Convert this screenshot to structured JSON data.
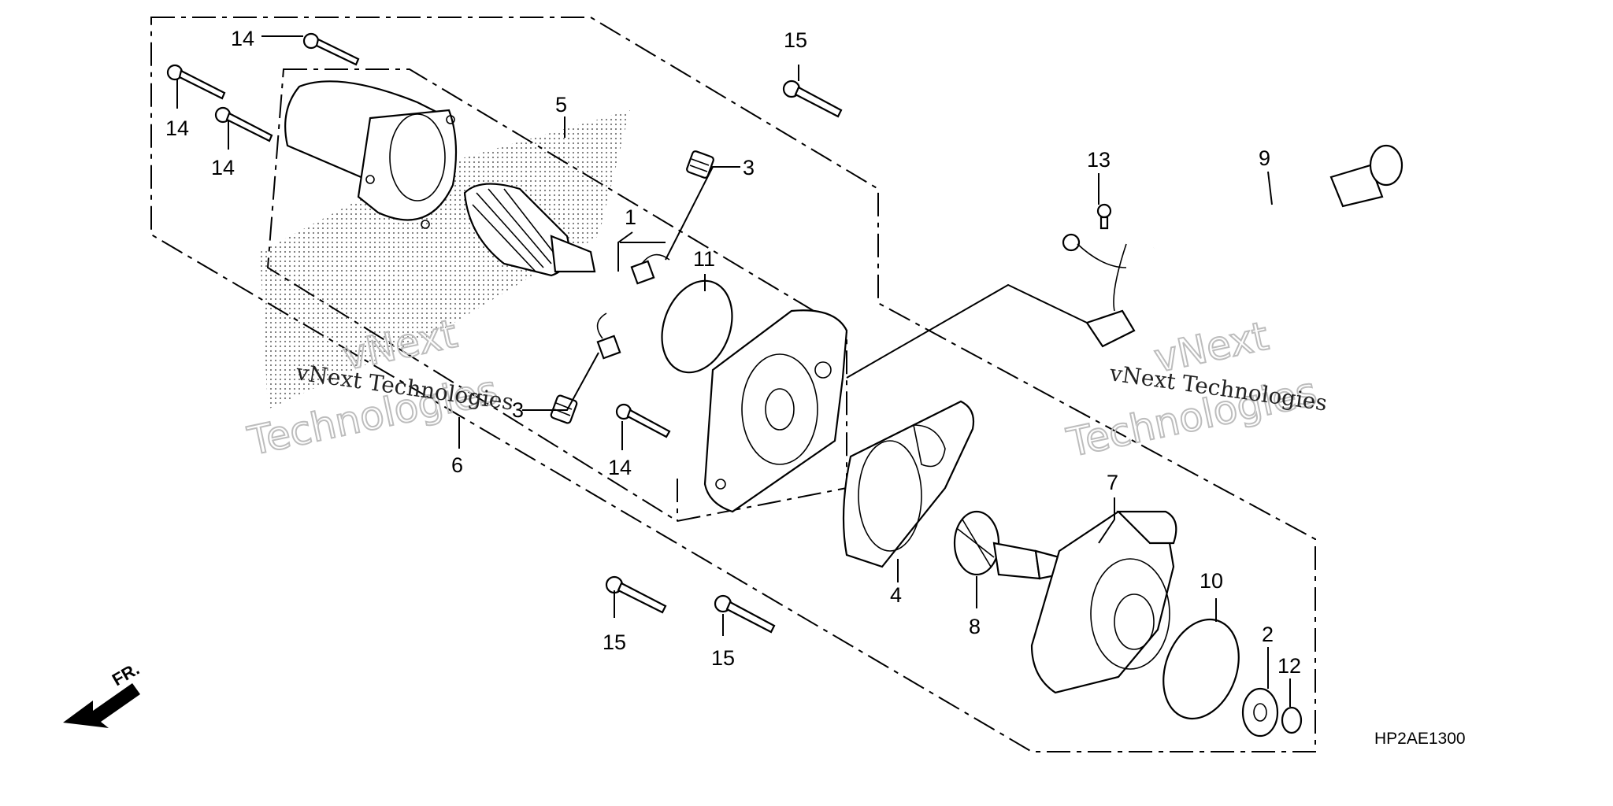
{
  "callouts": {
    "c14a": "14",
    "c14b": "14",
    "c14c": "14",
    "c14d": "14",
    "c15a": "15",
    "c15b": "15",
    "c15c": "15",
    "c5": "5",
    "c3a": "3",
    "c3b": "3",
    "c1": "1",
    "c11": "11",
    "c6": "6",
    "c13": "13",
    "c9": "9",
    "c7": "7",
    "c4": "4",
    "c8": "8",
    "c10": "10",
    "c2": "2",
    "c12": "12"
  },
  "watermark": {
    "left_line": "vNext Technologies",
    "right_line": "vNext Technologies",
    "left_big_1": "vNext",
    "left_big_2": "Technologies",
    "right_big_1": "vNext",
    "right_big_2": "Technologies"
  },
  "front_label": "FR.",
  "diagram_code": "HP2AE1300"
}
